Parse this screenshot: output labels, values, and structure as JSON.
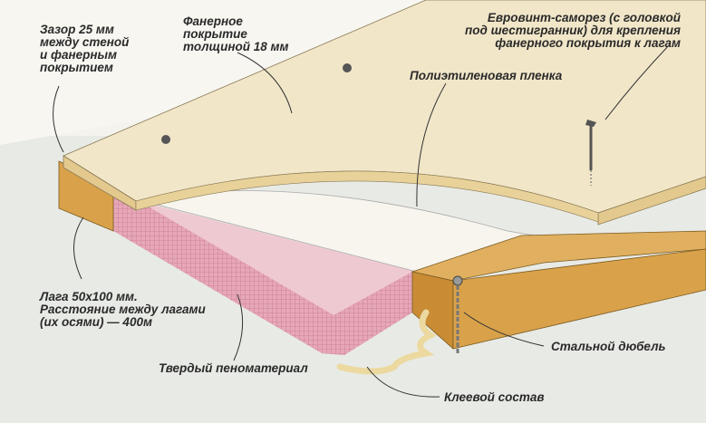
{
  "labels": {
    "gap": "Зазор 25 мм\nмежду стеной\nи фанерным\nпокрытием",
    "plywood": "Фанерное\nпокрытие\nтолщиной 18 мм",
    "screw": "Евровинт-саморез (с головкой\nпод шестигранник) для крепления\nфанерного покрытия к лагам",
    "film": "Полиэтиленовая пленка",
    "joist": "Лага 50х100 мм.\nРасстояние между лагами\n(их осями) — 400м",
    "foam": "Твердый пеноматериал",
    "dowel": "Стальной дюбель",
    "glue": "Клеевой состав"
  },
  "colors": {
    "plywood": "#f1e6c8",
    "foam": "#eec7cf",
    "wood": "#d9a24a",
    "floor": "#e9ebe6"
  }
}
